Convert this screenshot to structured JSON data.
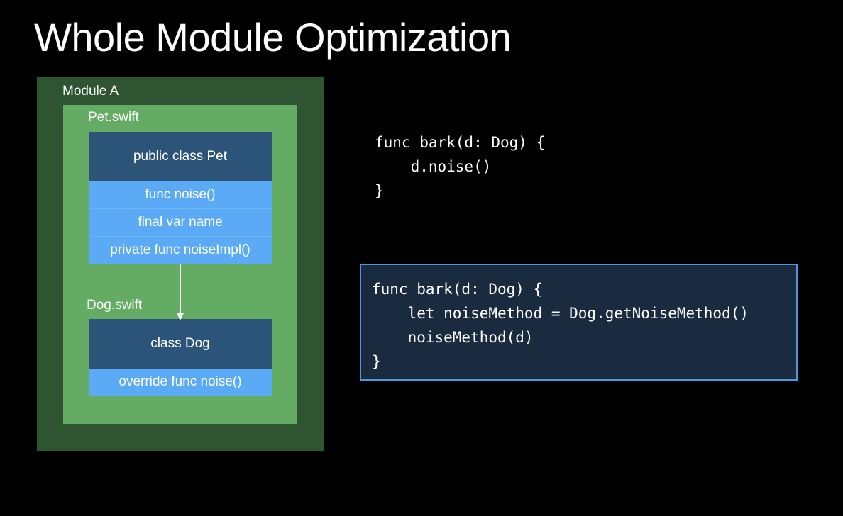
{
  "title": "Whole Module Optimization",
  "module": {
    "label": "Module A",
    "files": [
      {
        "label": "Pet.swift",
        "class_name": "public class Pet",
        "members": [
          "func noise()",
          "final var name",
          "private func noiseImpl()"
        ]
      },
      {
        "label": "Dog.swift",
        "class_name": "class Dog",
        "members": [
          "override func noise()"
        ]
      }
    ]
  },
  "code_original": [
    "func bark(d: Dog) {",
    "    d.noise()",
    "}"
  ],
  "code_optimized": [
    "func bark(d: Dog) {",
    "    let noiseMethod = Dog.getNoiseMethod()",
    "    noiseMethod(d)",
    "}"
  ],
  "colors": {
    "background": "#000000",
    "module_bg": "#2f5431",
    "file_bg": "#64ab63",
    "class_header": "#2c5479",
    "member_bg": "#5baaf5",
    "code_box_bg": "#1a2b40",
    "code_box_border": "#4f96dd"
  }
}
